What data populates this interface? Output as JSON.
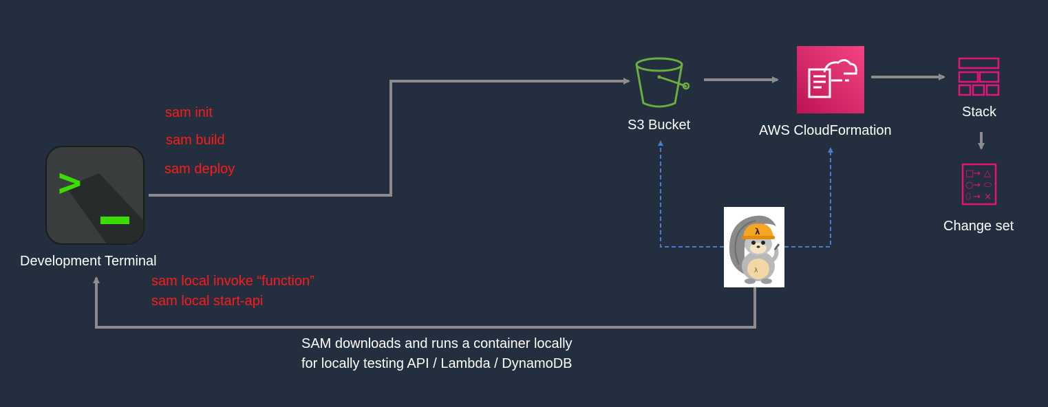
{
  "nodes": {
    "terminal": {
      "label": "Development Terminal",
      "prompt_glyph": ">",
      "cursor_glyph": "_"
    },
    "s3": {
      "label": "S3 Bucket"
    },
    "cloudformation": {
      "label": "AWS CloudFormation"
    },
    "stack": {
      "label": "Stack"
    },
    "changeset": {
      "label": "Change set",
      "rows": [
        {
          "from": "□",
          "to": "△"
        },
        {
          "from": "○",
          "to": "⬭"
        },
        {
          "from": "⬯",
          "to": "×"
        }
      ]
    },
    "sam_mascot": {
      "badge": "λ"
    }
  },
  "commands": {
    "deploy": [
      "sam init",
      "sam build",
      "sam deploy"
    ],
    "local": [
      "sam local invoke “function”",
      "sam local start-api"
    ]
  },
  "caption": {
    "line1": "SAM downloads and runs a container locally",
    "line2": "for locally testing API / Lambda / DynamoDB"
  },
  "colors": {
    "background": "#232f3e",
    "arrow_gray": "#8c8c8c",
    "dashed_blue": "#4a7bd0",
    "command_red": "#ff1a1a",
    "terminal_green": "#3ddc00",
    "s3_green": "#6cae3e",
    "aws_pink": "#e7157b",
    "text_white": "#ffffff"
  },
  "icons": {
    "terminal": "terminal-icon",
    "s3": "bucket-icon",
    "cloudformation": "cloudformation-icon",
    "stack": "stack-icon",
    "changeset": "changeset-icon",
    "sam_mascot": "sam-squirrel-icon"
  }
}
